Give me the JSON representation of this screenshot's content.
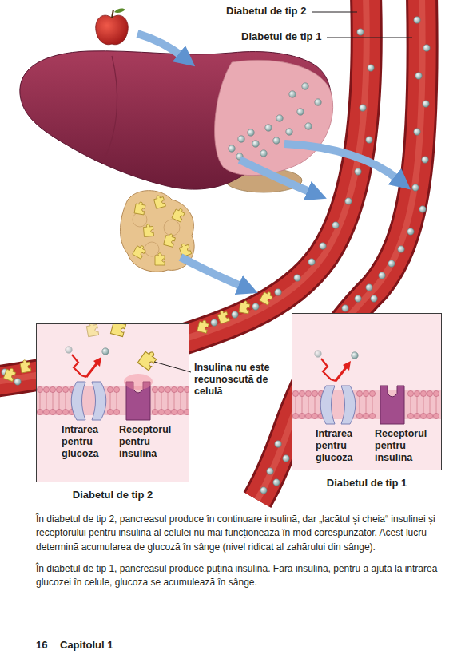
{
  "diagram": {
    "nodes": [
      {
        "text": [
          "Intrarea pentru glucoză",
          "Receptorul pentru insulină",
          "Diabetul de tip 2"
        ]
      },
      {
        "text": [
          "Intrarea pentru glucoză",
          "Receptorul pentru insulină",
          "Diabetul de tip 1"
        ]
      }
    ],
    "labels": [
      "Diabetul de tip 2",
      "Diabetul de tip 1",
      "Insulina nu este recunoscută de celulă",
      "În diabetul de tip 2, pancreasul produce în continuare insulină, dar „lacătul și cheia“ insulinei și receptorului pentru insulină al celulei nu mai funcționează în mod corespunzător. Acest lucru determină acumularea de glucoză în sânge (nivel ridicat al zahărului din sânge).",
      "În diabetul de tip 1, pancreasul produce puțină insulină. Fără insulină, pentru a ajuta la intrarea glucozei în celule, glucoza se acumulează în sânge.",
      "16",
      "Capitolul 1"
    ]
  }
}
